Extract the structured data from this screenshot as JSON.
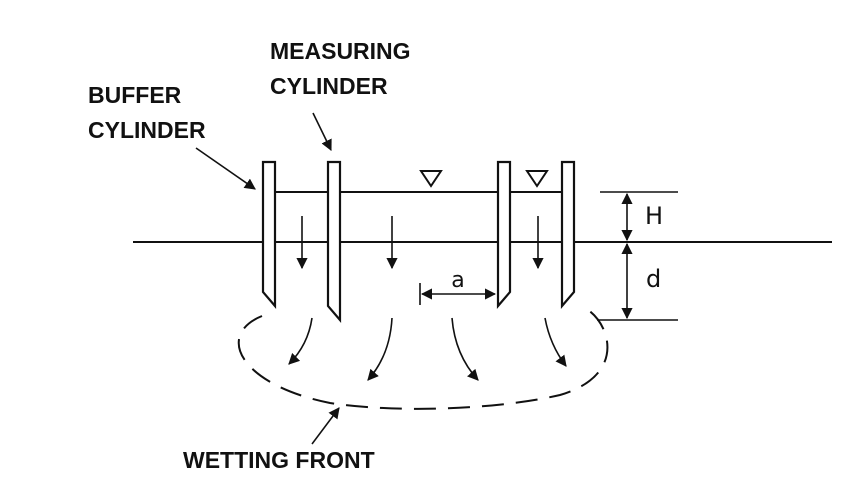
{
  "labels": {
    "measuring_cylinder": [
      "MEASURING",
      "CYLINDER"
    ],
    "buffer_cylinder": [
      "BUFFER",
      "CYLINDER"
    ],
    "wetting_front": "WETTING FRONT"
  },
  "dimensions": {
    "head": "H",
    "depth": "d",
    "spacing": "a"
  }
}
